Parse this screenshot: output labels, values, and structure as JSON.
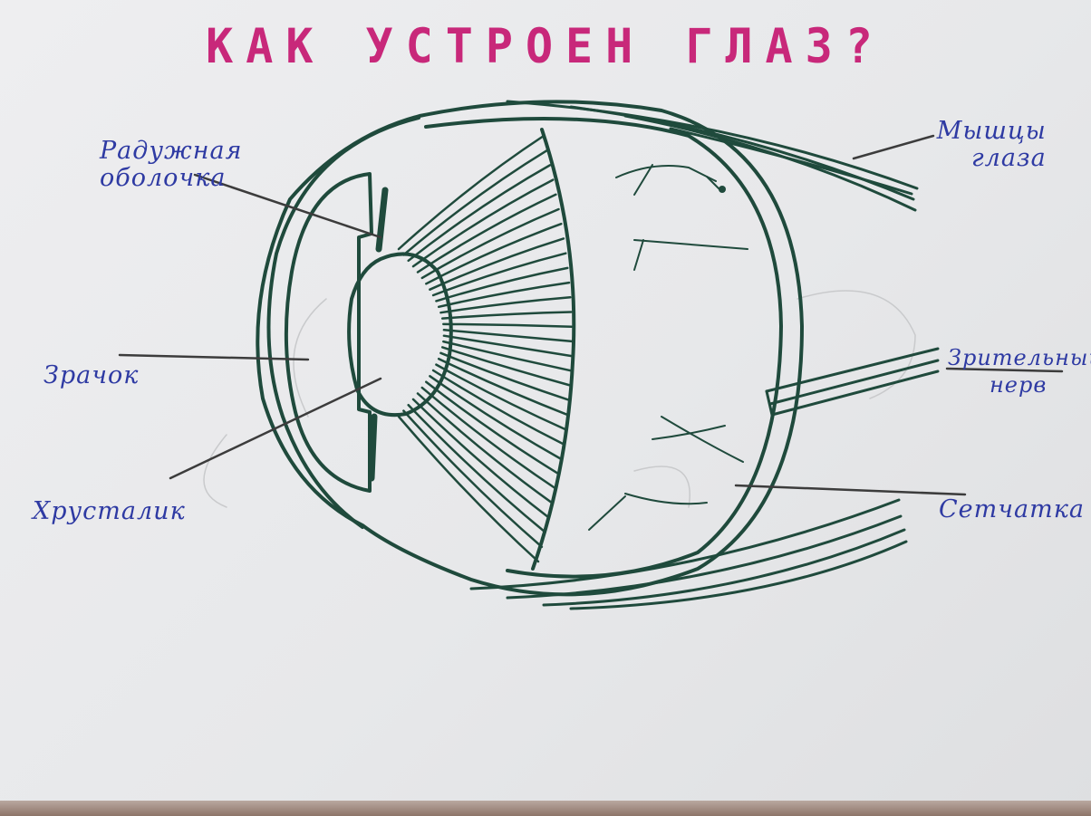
{
  "title": "КАК УСТРОЕН ГЛАЗ?",
  "colors": {
    "paper": "#e9eaec",
    "title": "#c8287a",
    "ink_diagram": "#1f4a3c",
    "ink_labels": "#2e3aa3",
    "pointer_lines": "#3c3c3c"
  },
  "labels": {
    "iris_line1": "Радужная",
    "iris_line2": "оболочка",
    "pupil": "Зрачок",
    "lens": "Хрусталик",
    "muscles_line1": "Мышцы",
    "muscles_line2": "глаза",
    "optic_nerve_line1": "Зрительный",
    "optic_nerve_line2": "нерв",
    "retina": "Сетчатка"
  }
}
